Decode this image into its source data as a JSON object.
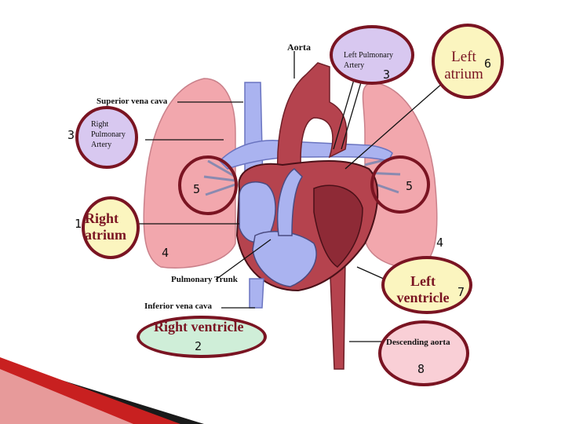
{
  "labels": {
    "aorta": "Aorta",
    "left_pulmonary_artery": "Left Pulmonary Artery",
    "left_atrium": "Left atrium",
    "superior_vena_cava": "Superior vena cava",
    "right_pulmonary_artery": "Right Pulmonary Artery",
    "right_atrium": "Right atrium",
    "pulmonary_trunk": "Pulmonary Trunk",
    "inferior_vena_cava": "Inferior vena cava",
    "right_ventricle": "Right ventricle",
    "left_ventricle": "Left ventricle",
    "descending_aorta": "Descending aorta"
  },
  "numbers": {
    "left_pulmonary_artery": "3",
    "left_atrium": "6",
    "right_pulmonary_artery": "3",
    "right_lung_capillaries": "5",
    "left_lung_capillaries": "5",
    "right_atrium": "1",
    "right_lung": "4",
    "left_lung": "4",
    "left_ventricle": "7",
    "right_ventricle": "2",
    "descending_aorta": "8"
  },
  "colors": {
    "ellipse_border": "#7a1422",
    "lung": "#f2a7ad",
    "deoxygenated": "#aab3f0",
    "oxygenated": "#b5434e",
    "purple_fill": "#d8c8f0",
    "yellow_fill": "#fbf5bf",
    "green_fill": "#cfeed8",
    "pink_fill": "#f9cfd6",
    "ribbon": "#c82020"
  }
}
